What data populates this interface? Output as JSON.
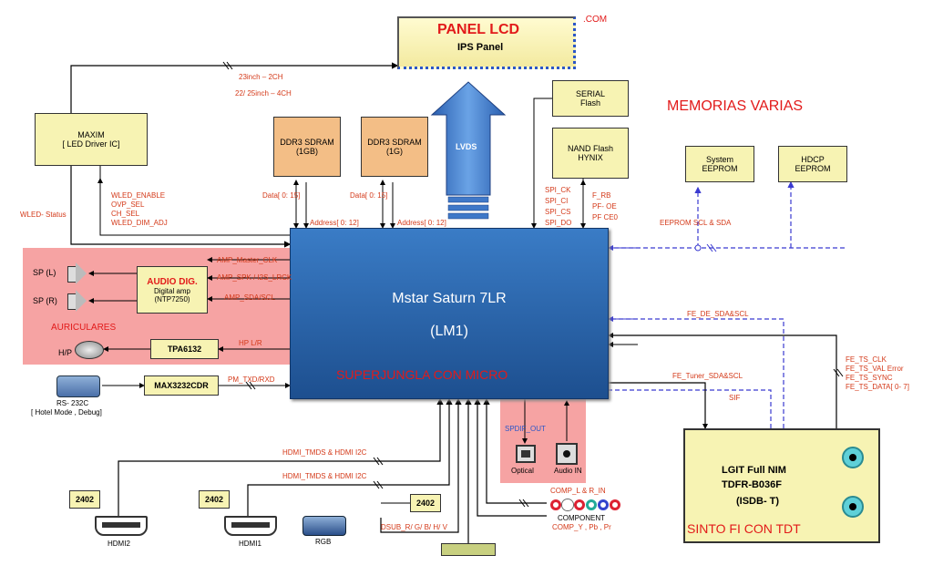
{
  "title_overlay": "MEMORIAS VARIAS",
  "colors": {
    "accent_red": "#e21a1a",
    "signal_red": "#d43a1a",
    "block_yellow": "#f7f3b3",
    "ddr_orange": "#f3be86",
    "soc_blue": "#2360a8",
    "zone_pink": "#f6a3a3",
    "bus_blue": "#3a3ad0"
  },
  "panel": {
    "title": "PANEL LCD",
    "subtitle": "IPS Panel",
    "watermark": ".COM"
  },
  "lvds": {
    "label": "LVDS"
  },
  "maxim": {
    "line1": "MAXIM",
    "line2": "[ LED Driver IC]"
  },
  "ddr1": {
    "line1": "DDR3 SDRAM",
    "line2": "(1GB)"
  },
  "ddr2": {
    "line1": "DDR3 SDRAM",
    "line2": "(1G)"
  },
  "serial_flash": {
    "line1": "SERIAL",
    "line2": "Flash"
  },
  "nand": {
    "line1": "NAND Flash",
    "line2": "HYNIX"
  },
  "system_eeprom": {
    "line1": "System",
    "line2": "EEPROM"
  },
  "hdcp_eeprom": {
    "line1": "HDCP",
    "line2": "EEPROM"
  },
  "soc": {
    "line1": "Mstar Saturn 7LR",
    "line2": "(LM1)",
    "overlay": "SUPERJUNGLA CON MICRO"
  },
  "audio": {
    "title": "AUDIO DIG.",
    "line1": "Digital amp",
    "line2": "(NTP7250)",
    "overlay": "AURICULARES"
  },
  "speakers": {
    "left": "SP (L)",
    "right": "SP (R)",
    "headphone": "H/P"
  },
  "tpa": {
    "label": "TPA6132"
  },
  "max3232": {
    "label": "MAX3232CDR"
  },
  "rs232": {
    "line1": "RS- 232C",
    "line2": "[ Hotel Mode , Debug]"
  },
  "tuner": {
    "line1": "LGIT Full NIM",
    "line2": "TDFR-B036F",
    "line3": "(ISDB- T)",
    "overlay": "SINTO FI CON TDT"
  },
  "signals": {
    "lcd_23": "23inch – 2CH",
    "lcd_22": "22/ 25inch – 4CH",
    "wled_enable": "WLED_ENABLE",
    "ovp_sel": "OVP_SEL",
    "ch_sel": "CH_SEL",
    "wled_dim": "WLED_DIM_ADJ",
    "wled_status": "WLED- Status",
    "ddr1_data": "Data[ 0: 15]",
    "ddr1_addr": "Address[ 0: 12]",
    "ddr2_data": "Data[ 0: 15]",
    "ddr2_addr": "Address[ 0: 12]",
    "spi_ck": "SPI_CK",
    "spi_ci": "SPI_CI",
    "spi_cs": "SPI_CS",
    "spi_do": "SPI_DO",
    "f_rb": "F_RB",
    "pf_oe": "PF- OE",
    "pf_ceo": "PF CE0",
    "eeprom_bus": "EEPROM SCL & SDA",
    "fe_de": "FE_DE_SDA&SCL",
    "fe_tuner": "FE_Tuner_SDA&SCL",
    "sif": "SIF",
    "fe_ts_clk": "FE_TS_CLK",
    "fe_ts_val": "FE_TS_VAL Error",
    "fe_ts_sync": "FE_TS_SYNC",
    "fe_ts_data": "FE_TS_DATA[ 0- 7]",
    "amp_master": "AMP_Master_CLK",
    "amp_i2s": "AMP_SPK / I2S_LRCK",
    "amp_sda": "AMP_SDA/SCL",
    "hp_lr": "HP L/R",
    "pm_txd": "PM_TXD/RXD",
    "hdmi_tmds_1": "HDMI_TMDS & HDMI I2C",
    "hdmi_tmds_2": "HDMI_TMDS & HDMI I2C",
    "dsub": "DSUB_R/ G/ B/ H/ V",
    "comp_lr": "COMP_L & R_IN",
    "comp_y": "COMP_Y , Pb , Pr",
    "spdif": "SPDIF_OUT"
  },
  "connectors": {
    "hdmi2": "HDMI2",
    "hdmi1": "HDMI1",
    "rgb": "RGB",
    "component": "COMPONENT",
    "optical": "Optical",
    "audio_in": "Audio IN",
    "eeprom_2402_a": "2402",
    "eeprom_2402_b": "2402",
    "eeprom_2402_c": "2402"
  }
}
